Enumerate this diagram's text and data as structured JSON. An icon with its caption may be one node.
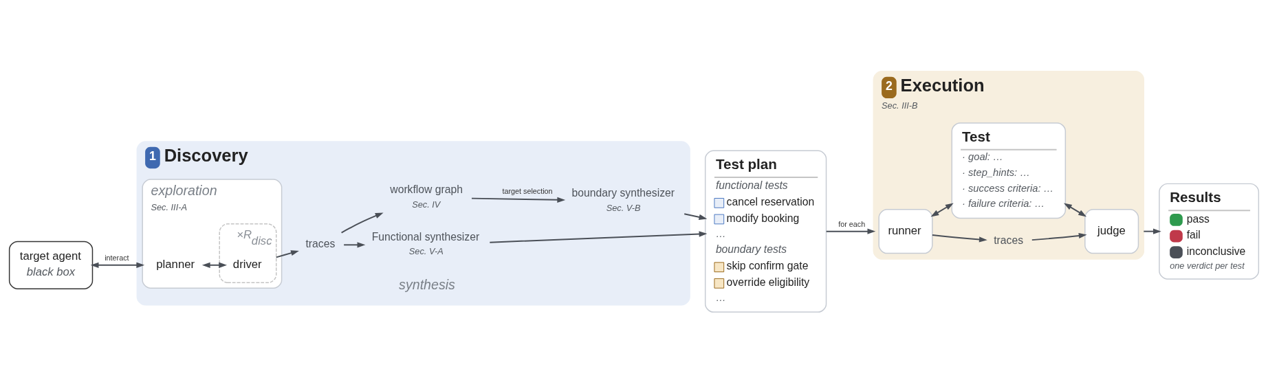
{
  "diagram": {
    "nodes": [
      {
        "text": [
          "1",
          "Discovery"
        ]
      },
      {
        "text": [
          "target agent",
          "black box"
        ]
      },
      {
        "text": [
          "exploration",
          "Sec. III-A"
        ],
        "in": 0
      },
      {
        "text": [
          "planner"
        ],
        "in": 2
      },
      {
        "text": [
          "×R$_{disc}$"
        ],
        "in": 2
      },
      {
        "text": [
          "driver"
        ],
        "in": 4
      },
      {
        "text": [
          "traces"
        ],
        "in": 0
      },
      {
        "text": [
          "Functional synthesizer",
          "Sec. V-A"
        ],
        "in": 0
      },
      {
        "text": [
          "workflow graph",
          "Sec. IV"
        ],
        "in": 0
      },
      {
        "text": [
          "boundary synthesizer",
          "Sec. V-B"
        ],
        "in": 0
      },
      {
        "text": [
          "Test plan",
          "functional tests",
          "cancel reservation",
          "modify booking",
          "…",
          "boundary tests",
          "skip confirm gate",
          "override eligibility",
          "…"
        ]
      },
      {
        "text": [
          "2",
          "Execution",
          "Sec. III-B"
        ]
      },
      {
        "text": [
          "Test",
          "· goal: …",
          "· step_hints: …",
          "· success criteria: …",
          "· failure criteria: …"
        ],
        "in": 11
      },
      {
        "text": [
          "runner"
        ],
        "in": 11
      },
      {
        "text": [
          "traces"
        ],
        "in": 11
      },
      {
        "text": [
          "judge"
        ],
        "in": 11
      },
      {
        "text": [
          "Results",
          "pass",
          "fail",
          "inconclusive",
          "one verdict per test"
        ]
      }
    ],
    "edges": [
      {
        "from": 1,
        "to": 2,
        "arrow": "both",
        "label": "interact"
      },
      {
        "from": 3,
        "to": 5,
        "arrow": "both"
      },
      {
        "from": 4,
        "to": 6,
        "arrow": "to"
      },
      {
        "from": 6,
        "to": 7,
        "arrow": "to"
      },
      {
        "from": 6,
        "to": 8,
        "arrow": "to"
      },
      {
        "from": 8,
        "to": 9,
        "arrow": "to",
        "label": "target selection"
      },
      {
        "from": 7,
        "to": 10,
        "arrow": "to"
      },
      {
        "from": 9,
        "to": 10,
        "arrow": "to"
      },
      {
        "from": 10,
        "to": 11,
        "arrow": "to",
        "label": "for each"
      },
      {
        "from": 12,
        "to": 13,
        "arrow": "both"
      },
      {
        "from": 12,
        "to": 15,
        "arrow": "both"
      },
      {
        "from": 13,
        "to": 14,
        "arrow": "to"
      },
      {
        "from": 14,
        "to": 15,
        "arrow": "to"
      },
      {
        "from": 11,
        "to": 16,
        "arrow": "to"
      }
    ],
    "labels": [
      "synthesis"
    ]
  }
}
